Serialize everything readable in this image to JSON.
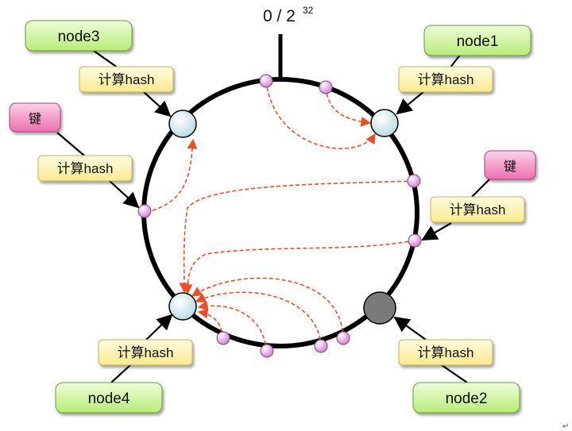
{
  "header": {
    "title_base": "0 / 2",
    "title_exp": "32"
  },
  "nodes": {
    "node1": "node1",
    "node2": "node2",
    "node3": "node3",
    "node4": "node4"
  },
  "hash_labels": {
    "node1": "计算hash",
    "node2": "计算hash",
    "node3": "计算hash",
    "node4": "计算hash",
    "key_left": "计算hash",
    "key_right": "计算hash"
  },
  "keys": {
    "left": "键",
    "right": "键"
  },
  "colors": {
    "ring": "#000000",
    "node_fill": "#e8f3f7",
    "node_down_fill": "#7a7a7a",
    "point_fill": "#f0c4f0",
    "arrow_dashed": "#e8502a",
    "node_label_fill": "#d6f7a8",
    "hash_label_fill": "#fff2a8",
    "key_label_fill": "#f7a6cf"
  },
  "footer": {
    "paragraph_mark": "↵"
  }
}
